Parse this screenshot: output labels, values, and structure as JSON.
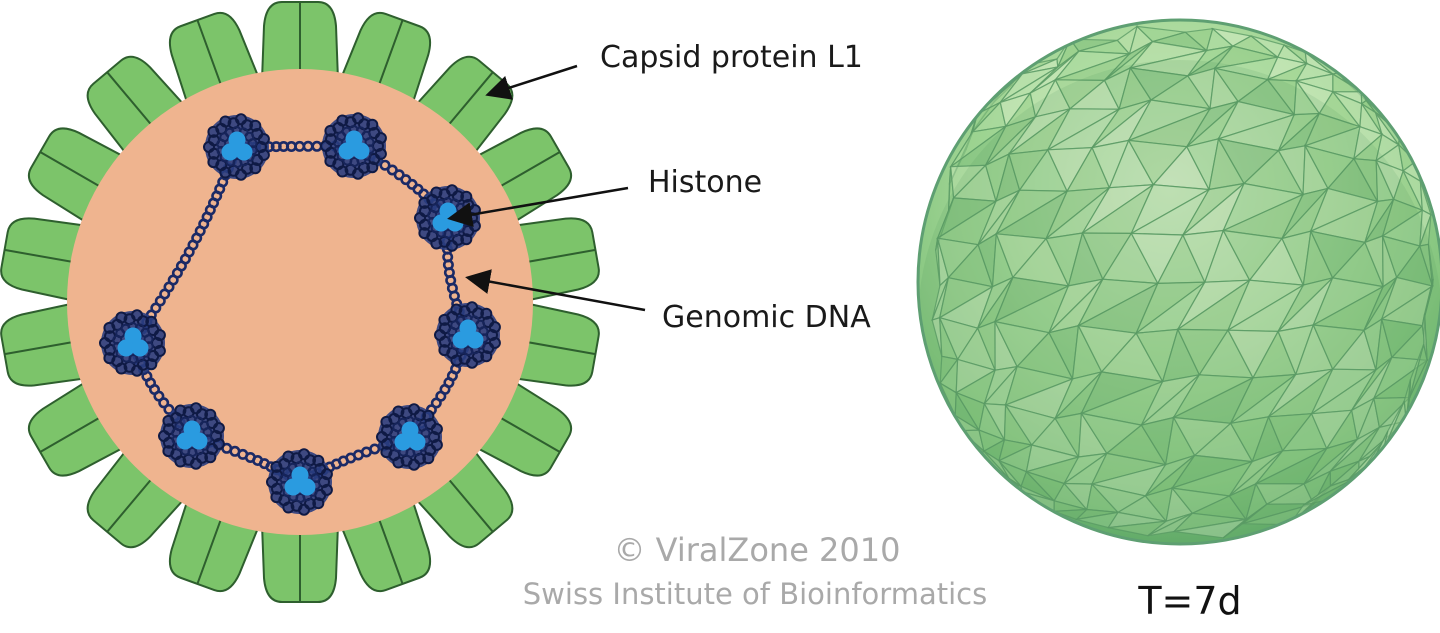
{
  "labels": {
    "capsid": "Capsid protein L1",
    "histone": "Histone",
    "genomic_dna": "Genomic DNA"
  },
  "credit": {
    "line1": "© ViralZone 2010",
    "line2": "Swiss Institute of Bioinformatics"
  },
  "triangulation": "T=7d",
  "colors": {
    "capsid_green": "#7cc46a",
    "capsid_outline": "#2e5f2e",
    "core_fill": "#efb48f",
    "dna_dark": "#1b2a66",
    "histone_blue": "#2a9be0",
    "sphere_green": "#8fcf86"
  },
  "histone_count": 8
}
